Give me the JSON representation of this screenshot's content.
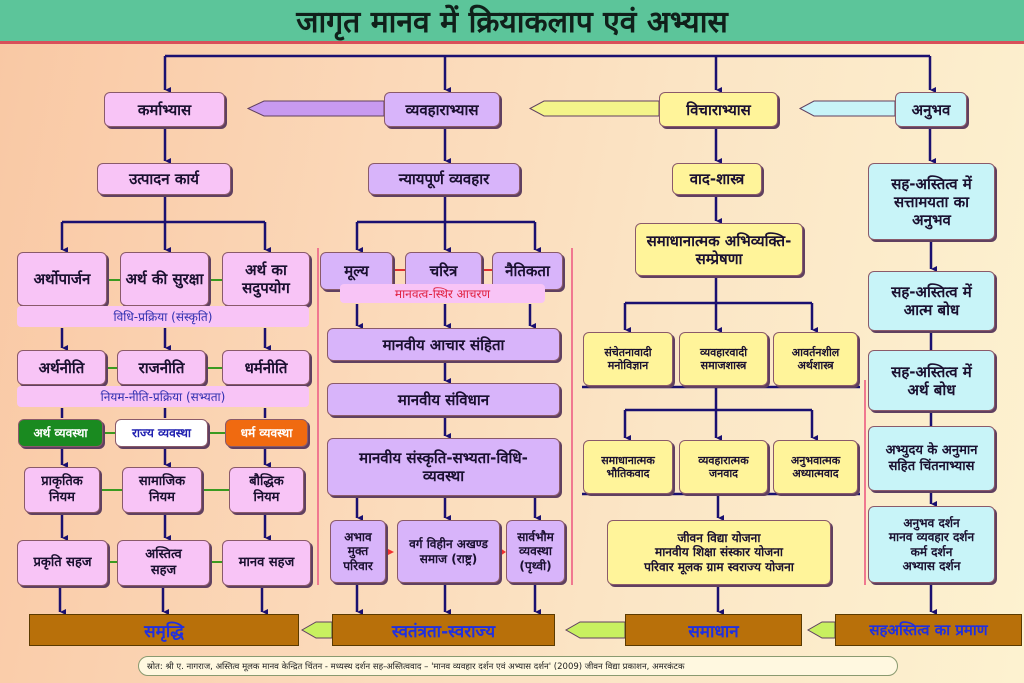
{
  "title": "जागृत मानव में क्रियाकलाप एवं अभ्यास",
  "top": {
    "karm": "कर्माभ्यास",
    "vyavahar": "व्यवहाराभ्यास",
    "vichar": "विचाराभ्यास",
    "anubhav": "अनुभव"
  },
  "col1": {
    "head": "उत्पादन कार्य",
    "r1": [
      "अर्थोपार्जन",
      "अर्थ की सुरक्षा",
      "अर्थ का सदुपयोग"
    ],
    "band1": "विधि-प्रक्रिया (संस्कृति)",
    "r2": [
      "अर्थनीति",
      "राजनीति",
      "धर्मनीति"
    ],
    "band2": "नियम-नीति-प्रक्रिया (सभ्यता)",
    "r3": [
      "अर्थ व्यवस्था",
      "राज्य व्यवस्था",
      "धर्म व्यवस्था"
    ],
    "r4": [
      "प्राकृतिक नियम",
      "सामाजिक नियम",
      "बौद्धिक नियम"
    ],
    "r5": [
      "प्रकृति सहज",
      "अस्तित्व सहज",
      "मानव सहज"
    ],
    "result": "समृद्धि"
  },
  "col2": {
    "head": "न्यायपूर्ण व्यवहार",
    "r1": [
      "मूल्य",
      "चरित्र",
      "नैतिकता"
    ],
    "band": "मानवत्व-स्थिर आचरण",
    "s1": "मानवीय आचार संहिता",
    "s2": "मानवीय संविधान",
    "s3": "मानवीय संस्कृति-सभ्यता-विधि-व्यवस्था",
    "r2": [
      "अभाव मुक्त परिवार",
      "वर्ग विहीन अखण्ड समाज (राष्ट्र)",
      "सार्वभौम व्यवस्था (पृथ्वी)"
    ],
    "result": "स्वतंत्रता-स्वराज्य"
  },
  "col3": {
    "head": "वाद-शास्त्र",
    "s1": "समाधानात्मक अभिव्यक्ति-सम्प्रेषणा",
    "r1": [
      "संचेतनावादी मनोविज्ञान",
      "व्यवहारवादी समाजशास्त्र",
      "आवर्तनशील अर्थशास्त्र"
    ],
    "r2": [
      "समाधानात्मक भौतिकवाद",
      "व्यवहारात्मक जनवाद",
      "अनुभवात्मक अध्यात्मवाद"
    ],
    "plans": [
      "जीवन विद्या योजना",
      "मानवीय शिक्षा संस्कार योजना",
      "परिवार मूलक ग्राम स्वराज्य योजना"
    ],
    "result": "समाधान"
  },
  "col4": {
    "items": [
      "सह-अस्तित्व में सत्तामयता का अनुभव",
      "सह-अस्तित्व में आत्म बोध",
      "सह-अस्तित्व में अर्थ बोध",
      "अभ्युदय के अनुमान सहित चिंतनाभ्यास"
    ],
    "darshan": [
      "अनुभव दर्शन",
      "मानव व्यवहार दर्शन",
      "कर्म दर्शन",
      "अभ्यास दर्शन"
    ],
    "result": "सहअस्तित्व का प्रमाण"
  },
  "source": "स्रोत: श्री ए. नागराज, अस्तित्व मूलक मानव केन्द्रित चिंतन - मध्यस्थ दर्शन सह-अस्तित्ववाद – 'मानव व्यवहार दर्शन एवं अभ्यास दर्शन' (2009) जीवन विद्या प्रकाशन, अमरकंटक",
  "colors": {
    "title": "#5cc59a",
    "pink": "#f8c4f6",
    "lavender": "#d8b4fa",
    "yellow": "#fff49a",
    "cyan": "#c8f4f8",
    "result": "#b8700a"
  }
}
